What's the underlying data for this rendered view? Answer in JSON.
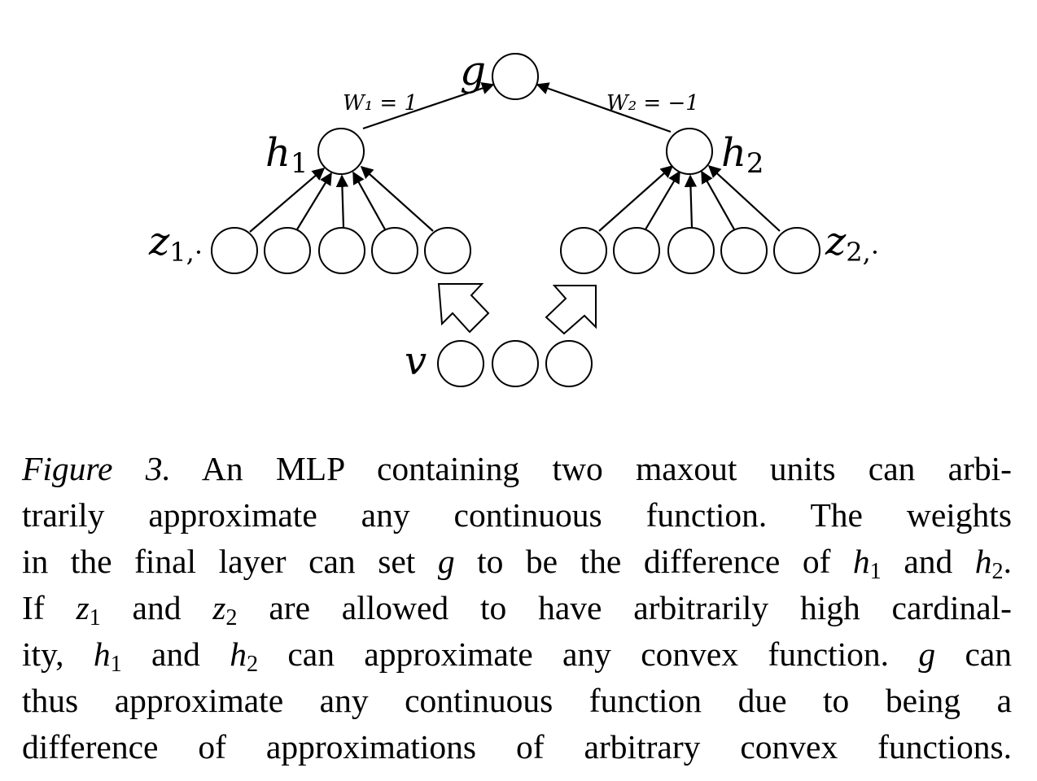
{
  "diagram": {
    "labels": {
      "g": "g",
      "h1_base": "h",
      "h1_sub": "1",
      "h2_base": "h",
      "h2_sub": "2",
      "z1_base": "z",
      "z1_sub": "1,·",
      "z2_base": "z",
      "z2_sub": "2,·",
      "v": "v",
      "w1": "W₁ = 1",
      "w2": "W₂ = −1"
    }
  },
  "caption": {
    "figure_label": "Figure 3.",
    "lines": [
      "An MLP containing two maxout units can arbi-",
      "trarily approximate any continuous function. The weights",
      "in the final layer can set",
      "to be the difference of",
      "and",
      "If",
      "and",
      "are allowed to have arbitrarily high cardinal-",
      "ity,",
      "and",
      "can approximate any convex function.",
      "can",
      "thus approximate any continuous function due to being a",
      "difference of approximations of arbitrary convex functions."
    ],
    "vars": {
      "g": "g",
      "h": "h",
      "z": "z",
      "one": "1",
      "two": "2",
      "period": "."
    }
  }
}
